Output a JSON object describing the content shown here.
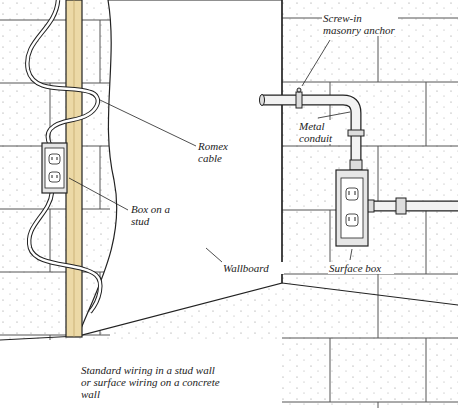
{
  "diagram": {
    "caption": "Standard wiring in a stud wall or surface wiring on a concrete wall",
    "labels": [
      "Screw-in masonry anchor",
      "Metal conduit",
      "Romex cable",
      "Box on a stud",
      "Surface box",
      "Wallboard"
    ]
  }
}
